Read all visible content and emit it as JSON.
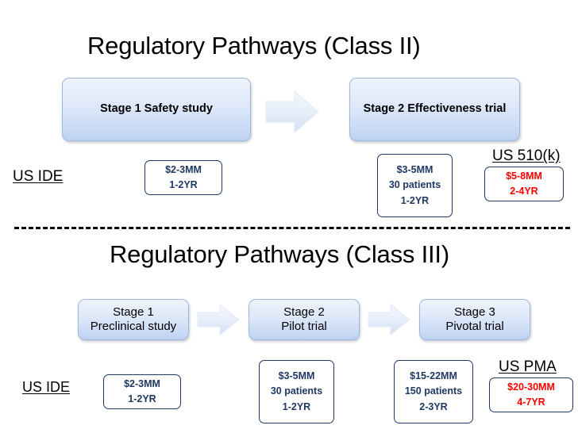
{
  "slide": {
    "background": "#ffffff",
    "accent_box_border": "#1f3864",
    "accent_text": "#1f3864",
    "highlight_text": "#ff0000",
    "stage_fill_top": "#eef3fc",
    "stage_fill_bottom": "#bdd2f2"
  },
  "class2": {
    "title": "Regulatory Pathways (Class II)",
    "pathway_left_label": "US IDE",
    "pathway_right_label": "US 510(k)",
    "stages": [
      {
        "label": "Stage 1 Safety study"
      },
      {
        "label": "Stage 2 Effectiveness trial"
      }
    ],
    "info_boxes": [
      {
        "lines": [
          "$2-3MM",
          "1-2YR"
        ],
        "color": "#1f3864"
      },
      {
        "lines": [
          "$3-5MM",
          "30 patients",
          "1-2YR"
        ],
        "color": "#1f3864"
      },
      {
        "lines": [
          "$5-8MM",
          "2-4YR"
        ],
        "color": "#ff0000"
      }
    ]
  },
  "class3": {
    "title": "Regulatory Pathways (Class III)",
    "pathway_left_label": "US IDE",
    "pathway_right_label": "US PMA",
    "stages": [
      {
        "line1": "Stage 1",
        "line2": "Preclinical study"
      },
      {
        "line1": "Stage 2",
        "line2": "Pilot trial"
      },
      {
        "line1": "Stage 3",
        "line2": "Pivotal trial"
      }
    ],
    "info_boxes": [
      {
        "lines": [
          "$2-3MM",
          "1-2YR"
        ],
        "color": "#1f3864"
      },
      {
        "lines": [
          "$3-5MM",
          "30 patients",
          "1-2YR"
        ],
        "color": "#1f3864"
      },
      {
        "lines": [
          "$15-22MM",
          "150 patients",
          "2-3YR"
        ],
        "color": "#1f3864"
      },
      {
        "lines": [
          "$20-30MM",
          "4-7YR"
        ],
        "color": "#ff0000"
      }
    ]
  },
  "icons": {
    "arrow_right": "right-arrow-icon"
  }
}
